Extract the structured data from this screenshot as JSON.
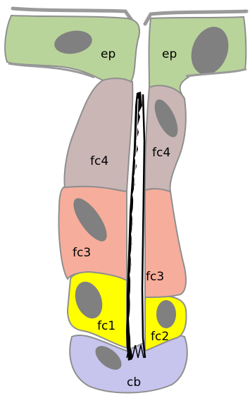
{
  "labels": {
    "ep_left": "ep",
    "ep_right": "ep",
    "fc4_left": "fc4",
    "fc4_right": "fc4",
    "fc3_left": "fc3",
    "fc3_right": "fc3",
    "fc1": "fc1",
    "fc2": "fc2",
    "cb": "cb"
  },
  "colors": {
    "epidermis": "#b9d49b",
    "fc4": "#cbb6b6",
    "fc3": "#f7ad9b",
    "fc1_fc2": "#ffff00",
    "cb": "#c7c5ee",
    "nucleus": "#808080",
    "outline": "#9a9a9a",
    "cuticle_outer": "#9a9a9a",
    "hair": "#000000"
  }
}
